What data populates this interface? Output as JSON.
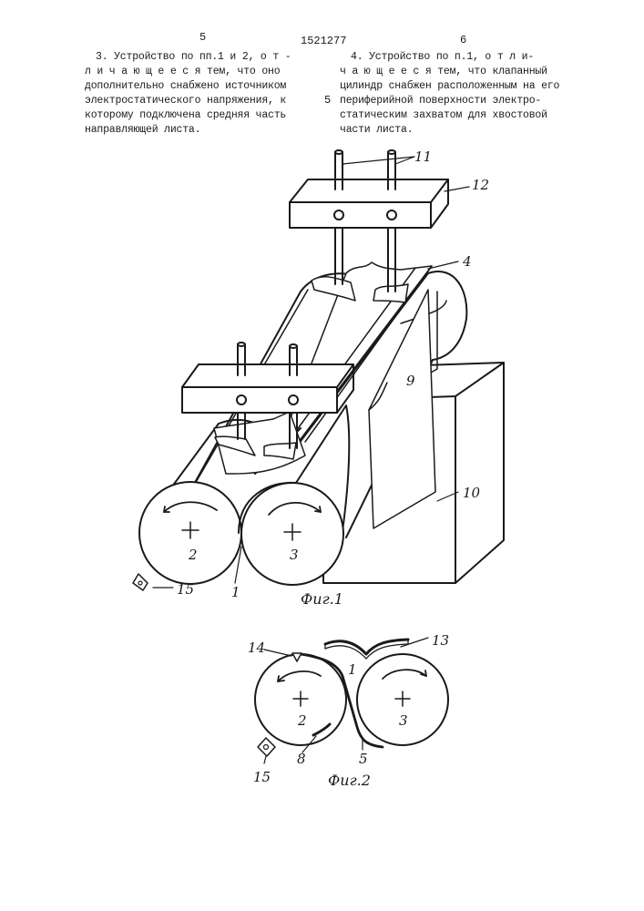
{
  "header": {
    "left_col": "5",
    "patent_number": "1521277",
    "right_col": "6",
    "line_mark": "5"
  },
  "claims": {
    "claim3_lines": [
      "3. Устройство по пп.1 и 2, о т -",
      "л и ч а ю щ е е с я  тем, что оно",
      "дополнительно снабжено  источником",
      "электростатического напряжения, к",
      "которому подключена средняя часть",
      "направляющей листа."
    ],
    "claim4_lines": [
      "4. Устройство по п.1, о т л и-",
      "ч а ю щ е е с я  тем, что клапанный",
      "цилиндр снабжен расположенным на его",
      "периферийной поверхности электро-",
      "статическим захватом для хвостовой",
      "части листа."
    ]
  },
  "figure1": {
    "caption": "Фиг.1",
    "labels": {
      "l11": "11",
      "l12": "12",
      "l4": "4",
      "l9": "9",
      "l10": "10",
      "l2": "2",
      "l3": "3",
      "l1": "1",
      "l15": "15"
    }
  },
  "figure2": {
    "caption": "Фиг.2",
    "labels": {
      "l14": "14",
      "l13": "13",
      "l1": "1",
      "l2": "2",
      "l3": "3",
      "l8": "8",
      "l5": "5",
      "l15": "15"
    }
  }
}
